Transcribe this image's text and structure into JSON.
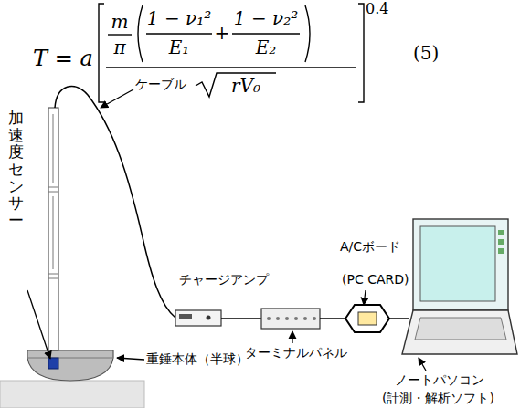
{
  "diagram": {
    "labels": [
      "T = a",
      "m",
      "π",
      "1 − ν₁²",
      "E₁",
      "+",
      "1 − ν₂²",
      "E₂",
      "rV₀",
      "0.4",
      "(5)",
      "加速度センサー",
      "ケーブル",
      "チャージアンプ",
      "A/Cボード",
      "(PC CARD)",
      "ターミナルパネル",
      "重錘本体（半球）",
      "ノートパソコン",
      "(計測・解析ソフト)"
    ]
  }
}
